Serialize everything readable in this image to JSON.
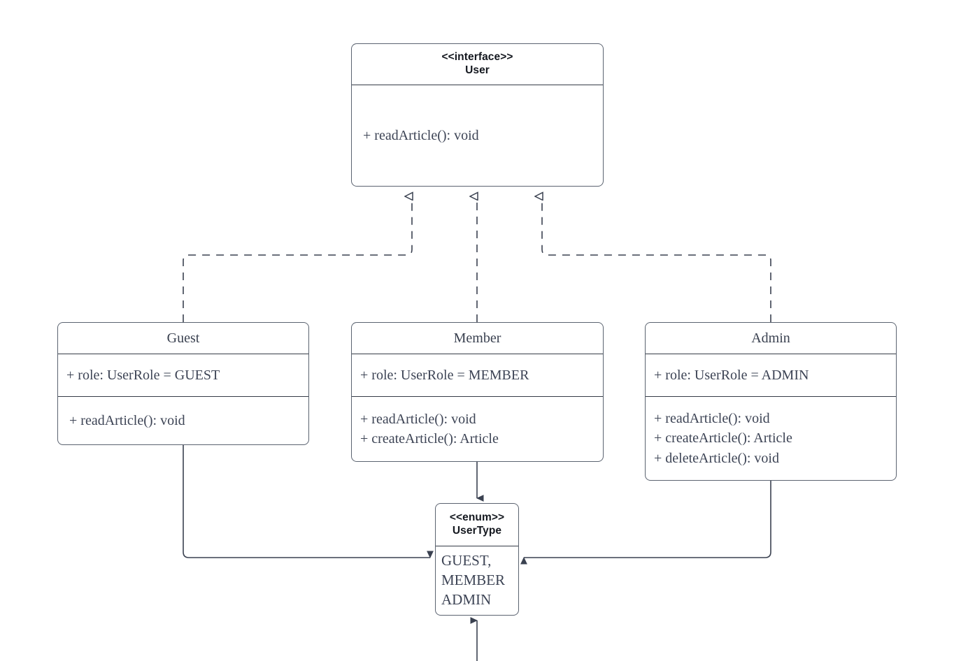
{
  "diagram": {
    "kind": "uml-class-diagram",
    "background": "#ffffff",
    "border_color": "#5b6370",
    "divider_color": "#353b47",
    "text_color": "#3d4455",
    "header_text_color": "#14181f",
    "edge_color": "#3a4150"
  },
  "classes": {
    "user": {
      "stereotype": "<<interface>>",
      "name": "User",
      "attributes": [],
      "operations": [
        "+ readArticle(): void"
      ]
    },
    "guest": {
      "stereotype": "",
      "name": "Guest",
      "attributes": [
        "+ role: UserRole = GUEST"
      ],
      "operations": [
        "+ readArticle(): void"
      ]
    },
    "member": {
      "stereotype": "",
      "name": "Member",
      "attributes": [
        "+ role: UserRole = MEMBER"
      ],
      "operations": [
        "+ readArticle(): void",
        "+ createArticle(): Article"
      ]
    },
    "admin": {
      "stereotype": "",
      "name": "Admin",
      "attributes": [
        "+ role: UserRole = ADMIN"
      ],
      "operations": [
        "+ readArticle(): void",
        "+ createArticle(): Article",
        "+ deleteArticle(): void"
      ]
    },
    "usertype": {
      "stereotype": "<<enum>>",
      "name": "UserType",
      "attributes": [],
      "values": [
        "GUEST,",
        "MEMBER",
        "ADMIN"
      ]
    }
  },
  "relationships": [
    {
      "id": "guest-realizes-user",
      "from": "Guest",
      "to": "User",
      "type": "realization",
      "line": "dashed",
      "arrow": "hollow-triangle"
    },
    {
      "id": "member-realizes-user",
      "from": "Member",
      "to": "User",
      "type": "realization",
      "line": "dashed",
      "arrow": "hollow-triangle"
    },
    {
      "id": "admin-realizes-user",
      "from": "Admin",
      "to": "User",
      "type": "realization",
      "line": "dashed",
      "arrow": "hollow-triangle"
    },
    {
      "id": "guest-uses-usertype",
      "from": "Guest",
      "to": "UserType",
      "type": "association",
      "line": "solid",
      "arrow": "filled-triangle"
    },
    {
      "id": "member-uses-usertype",
      "from": "Member",
      "to": "UserType",
      "type": "association",
      "line": "solid",
      "arrow": "filled-triangle"
    },
    {
      "id": "admin-uses-usertype",
      "from": "Admin",
      "to": "UserType",
      "type": "association",
      "line": "solid",
      "arrow": "filled-triangle"
    },
    {
      "id": "offscreen-uses-usertype",
      "from": "",
      "to": "UserType",
      "type": "association",
      "line": "solid",
      "arrow": "filled-triangle"
    }
  ]
}
